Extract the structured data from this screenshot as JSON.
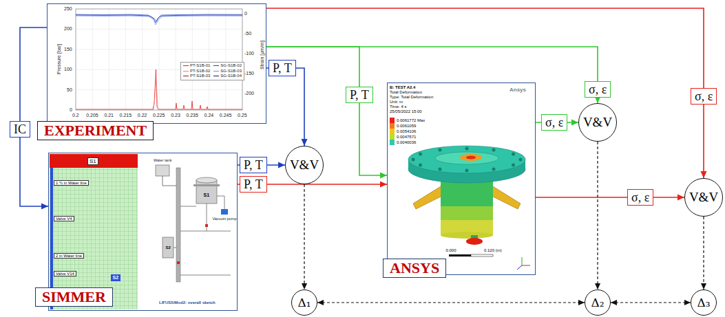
{
  "diagram": {
    "nodes": [
      {
        "text": [
          "EXPERIMENT"
        ]
      },
      {
        "text": [
          "SIMMER"
        ]
      },
      {
        "text": [
          "ANSYS"
        ]
      },
      {
        "text": [
          "V&V"
        ]
      },
      {
        "text": [
          "V&V"
        ]
      },
      {
        "text": [
          "V&V"
        ]
      },
      {
        "text": [
          "Δ₁"
        ]
      },
      {
        "text": [
          "Δ₂"
        ]
      },
      {
        "text": [
          "Δ₃"
        ]
      }
    ],
    "edges": [
      {
        "from": 0,
        "to": 1,
        "label": "IC",
        "arrow": "to"
      },
      {
        "from": 0,
        "to": 3,
        "label": "P, T",
        "arrow": "to"
      },
      {
        "from": 1,
        "to": 3,
        "label": "P, T",
        "arrow": "to"
      },
      {
        "from": 1,
        "to": 2,
        "label": "P, T",
        "arrow": "to"
      },
      {
        "from": 0,
        "to": 2,
        "label": "P, T",
        "arrow": "to"
      },
      {
        "from": 0,
        "to": 4,
        "label": "σ, ε",
        "arrow": "to"
      },
      {
        "from": 2,
        "to": 4,
        "label": "σ, ε",
        "arrow": "to"
      },
      {
        "from": 0,
        "to": 5,
        "label": "σ, ε",
        "arrow": "to"
      },
      {
        "from": 2,
        "to": 5,
        "label": "σ, ε",
        "arrow": "to"
      },
      {
        "from": 3,
        "to": 6,
        "arrow": "to"
      },
      {
        "from": 4,
        "to": 7,
        "arrow": "to"
      },
      {
        "from": 5,
        "to": 8,
        "arrow": "to"
      },
      {
        "from": 6,
        "to": 7,
        "arrow": "both"
      },
      {
        "from": 7,
        "to": 8,
        "arrow": "both"
      }
    ],
    "labels": [
      "250",
      "200",
      "150",
      "100",
      "50",
      "0",
      "0",
      "-50",
      "-100",
      "-150",
      "-200",
      "0.2",
      "0.205",
      "0.21",
      "0.215",
      "0.22",
      "0.225",
      "0.23",
      "0.235",
      "0.24",
      "0.245",
      "0.25",
      "Pressure [bar]",
      "Strain [μm/m]",
      "S1",
      "1 ½ in Water line",
      "Valve V4",
      "2 in Water line",
      "Valve V14",
      "S2",
      "Water tank",
      "Vacuum pump",
      "S1",
      "S2",
      "LIFUS5/Mod2: overall sketch",
      "B: TEST A2.4",
      "Total Deformation",
      "Type: Total Deformation",
      "Unit: m",
      "Time: 4 s",
      "25/05/2022 15:00",
      "0.0061772 Max",
      "0.0061059",
      "0.0054106",
      "0.0047571",
      "0.0040036",
      "0.000",
      "0.120 (m)",
      "Ansys"
    ],
    "legend": [
      {
        "text": "PT-S1B-01"
      },
      {
        "text": "PT-S1B-02"
      },
      {
        "text": "PT-S1B-03"
      },
      {
        "text": "SG-S1B-02"
      },
      {
        "text": "SG-S1B-03"
      },
      {
        "text": "SG-S1B-04"
      }
    ]
  }
}
